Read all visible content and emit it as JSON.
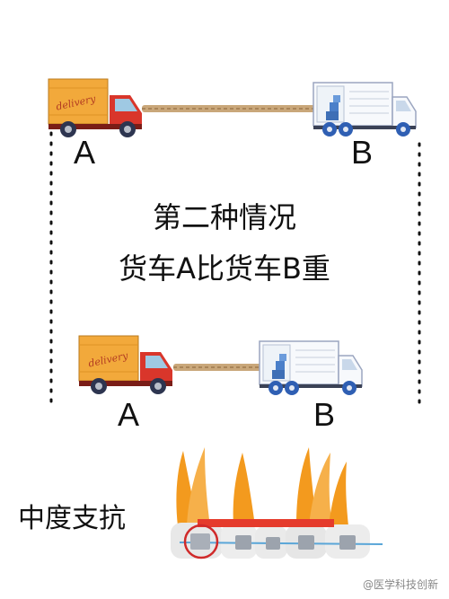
{
  "top_scene": {
    "truck_left_label": "A",
    "truck_right_label": "B",
    "truck_left_text": "delivery"
  },
  "caption": {
    "line1": "第二种情况",
    "line2": "货车A比货车B重"
  },
  "bottom_scene": {
    "truck_left_label": "A",
    "truck_right_label": "B",
    "truck_left_text": "delivery"
  },
  "dental": {
    "label": "中度支抗"
  },
  "watermark": {
    "text": "@医学科技创新"
  },
  "colors": {
    "truck_orange": "#F2A93B",
    "cab_red": "#D9362B",
    "rope": "#C9A77A",
    "bar_red": "#E53B2C",
    "tooth_orange": "#F39A1E",
    "circle_red": "#D02A2A"
  }
}
